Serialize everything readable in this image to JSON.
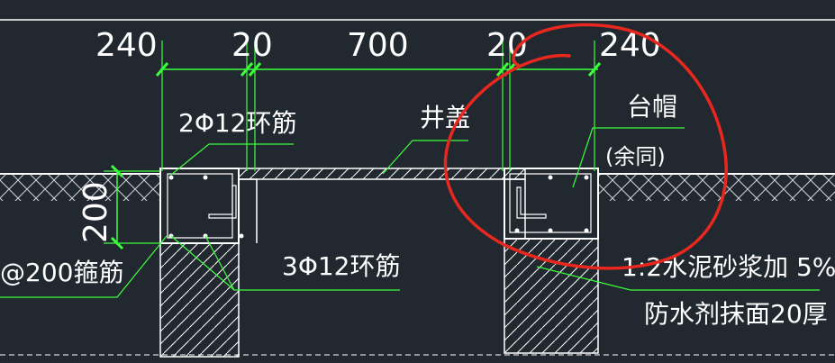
{
  "dimensions": {
    "d1": "240",
    "d2": "20",
    "d3": "700",
    "d4": "20",
    "d5": "240",
    "vertical": "200"
  },
  "labels": {
    "top_ring_rebar": "2Φ12环筋",
    "cover": "井盖",
    "cap": "台帽",
    "cap_note": "(余同)",
    "stirrup": "@200箍筋",
    "bottom_ring_rebar": "3Φ12环筋",
    "mortar_line1": "1:2水泥砂浆加 5%",
    "mortar_line2": "防水剂抹面20厚"
  },
  "colors": {
    "background": "#212830",
    "line_white": "#ffffff",
    "dimension_green": "#3cff3c",
    "annotation_red": "#e8281e"
  }
}
